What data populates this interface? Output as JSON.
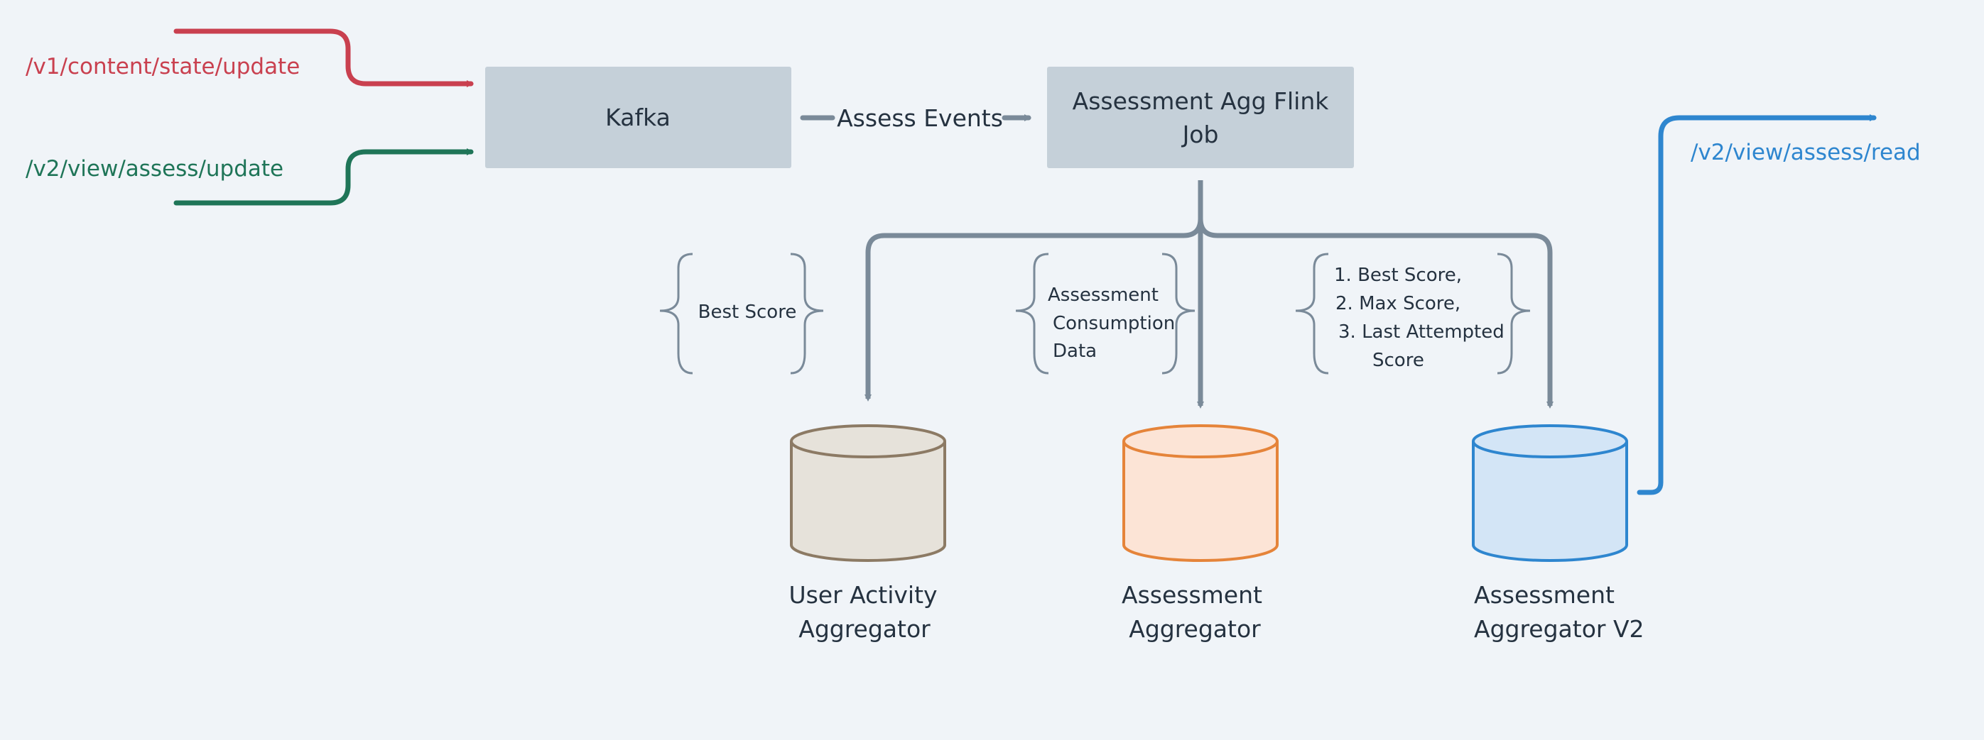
{
  "inputs": {
    "content_update": "/v1/content/state/update",
    "assess_update": "/v2/view/assess/update"
  },
  "output": {
    "assess_read": "/v2/view/assess/read"
  },
  "nodes": {
    "kafka": "Kafka",
    "flink_line1": "Assessment Agg Flink",
    "flink_line2": "Job"
  },
  "edges": {
    "assess_events": "Assess Events"
  },
  "annotations": {
    "best_score": "Best Score",
    "consumption_line1": "Assessment",
    "consumption_line2": "Consumption",
    "consumption_line3": "Data",
    "v2_item1": "1. Best Score,",
    "v2_item2": "2. Max Score,",
    "v2_item3": "3. Last Attempted",
    "v2_item4": "Score"
  },
  "databases": {
    "user_activity_line1": "User Activity",
    "user_activity_line2": "Aggregator",
    "assessment_line1": "Assessment",
    "assessment_line2": "Aggregator",
    "assessment_v2_line1": "Assessment",
    "assessment_v2_line2": "Aggregator V2"
  },
  "colors": {
    "red": "#c9404f",
    "green": "#1f7558",
    "blue": "#2e86cf",
    "slate": "#7a8a99",
    "box_fill": "#c5d0d9",
    "text": "#253240",
    "db_gray_fill": "#e6e2da",
    "db_gray_stroke": "#8c7a64",
    "db_orange_fill": "#fce4d6",
    "db_orange_stroke": "#e5843a",
    "db_blue_fill": "#d3e5f6",
    "db_blue_stroke": "#2e86cf"
  }
}
